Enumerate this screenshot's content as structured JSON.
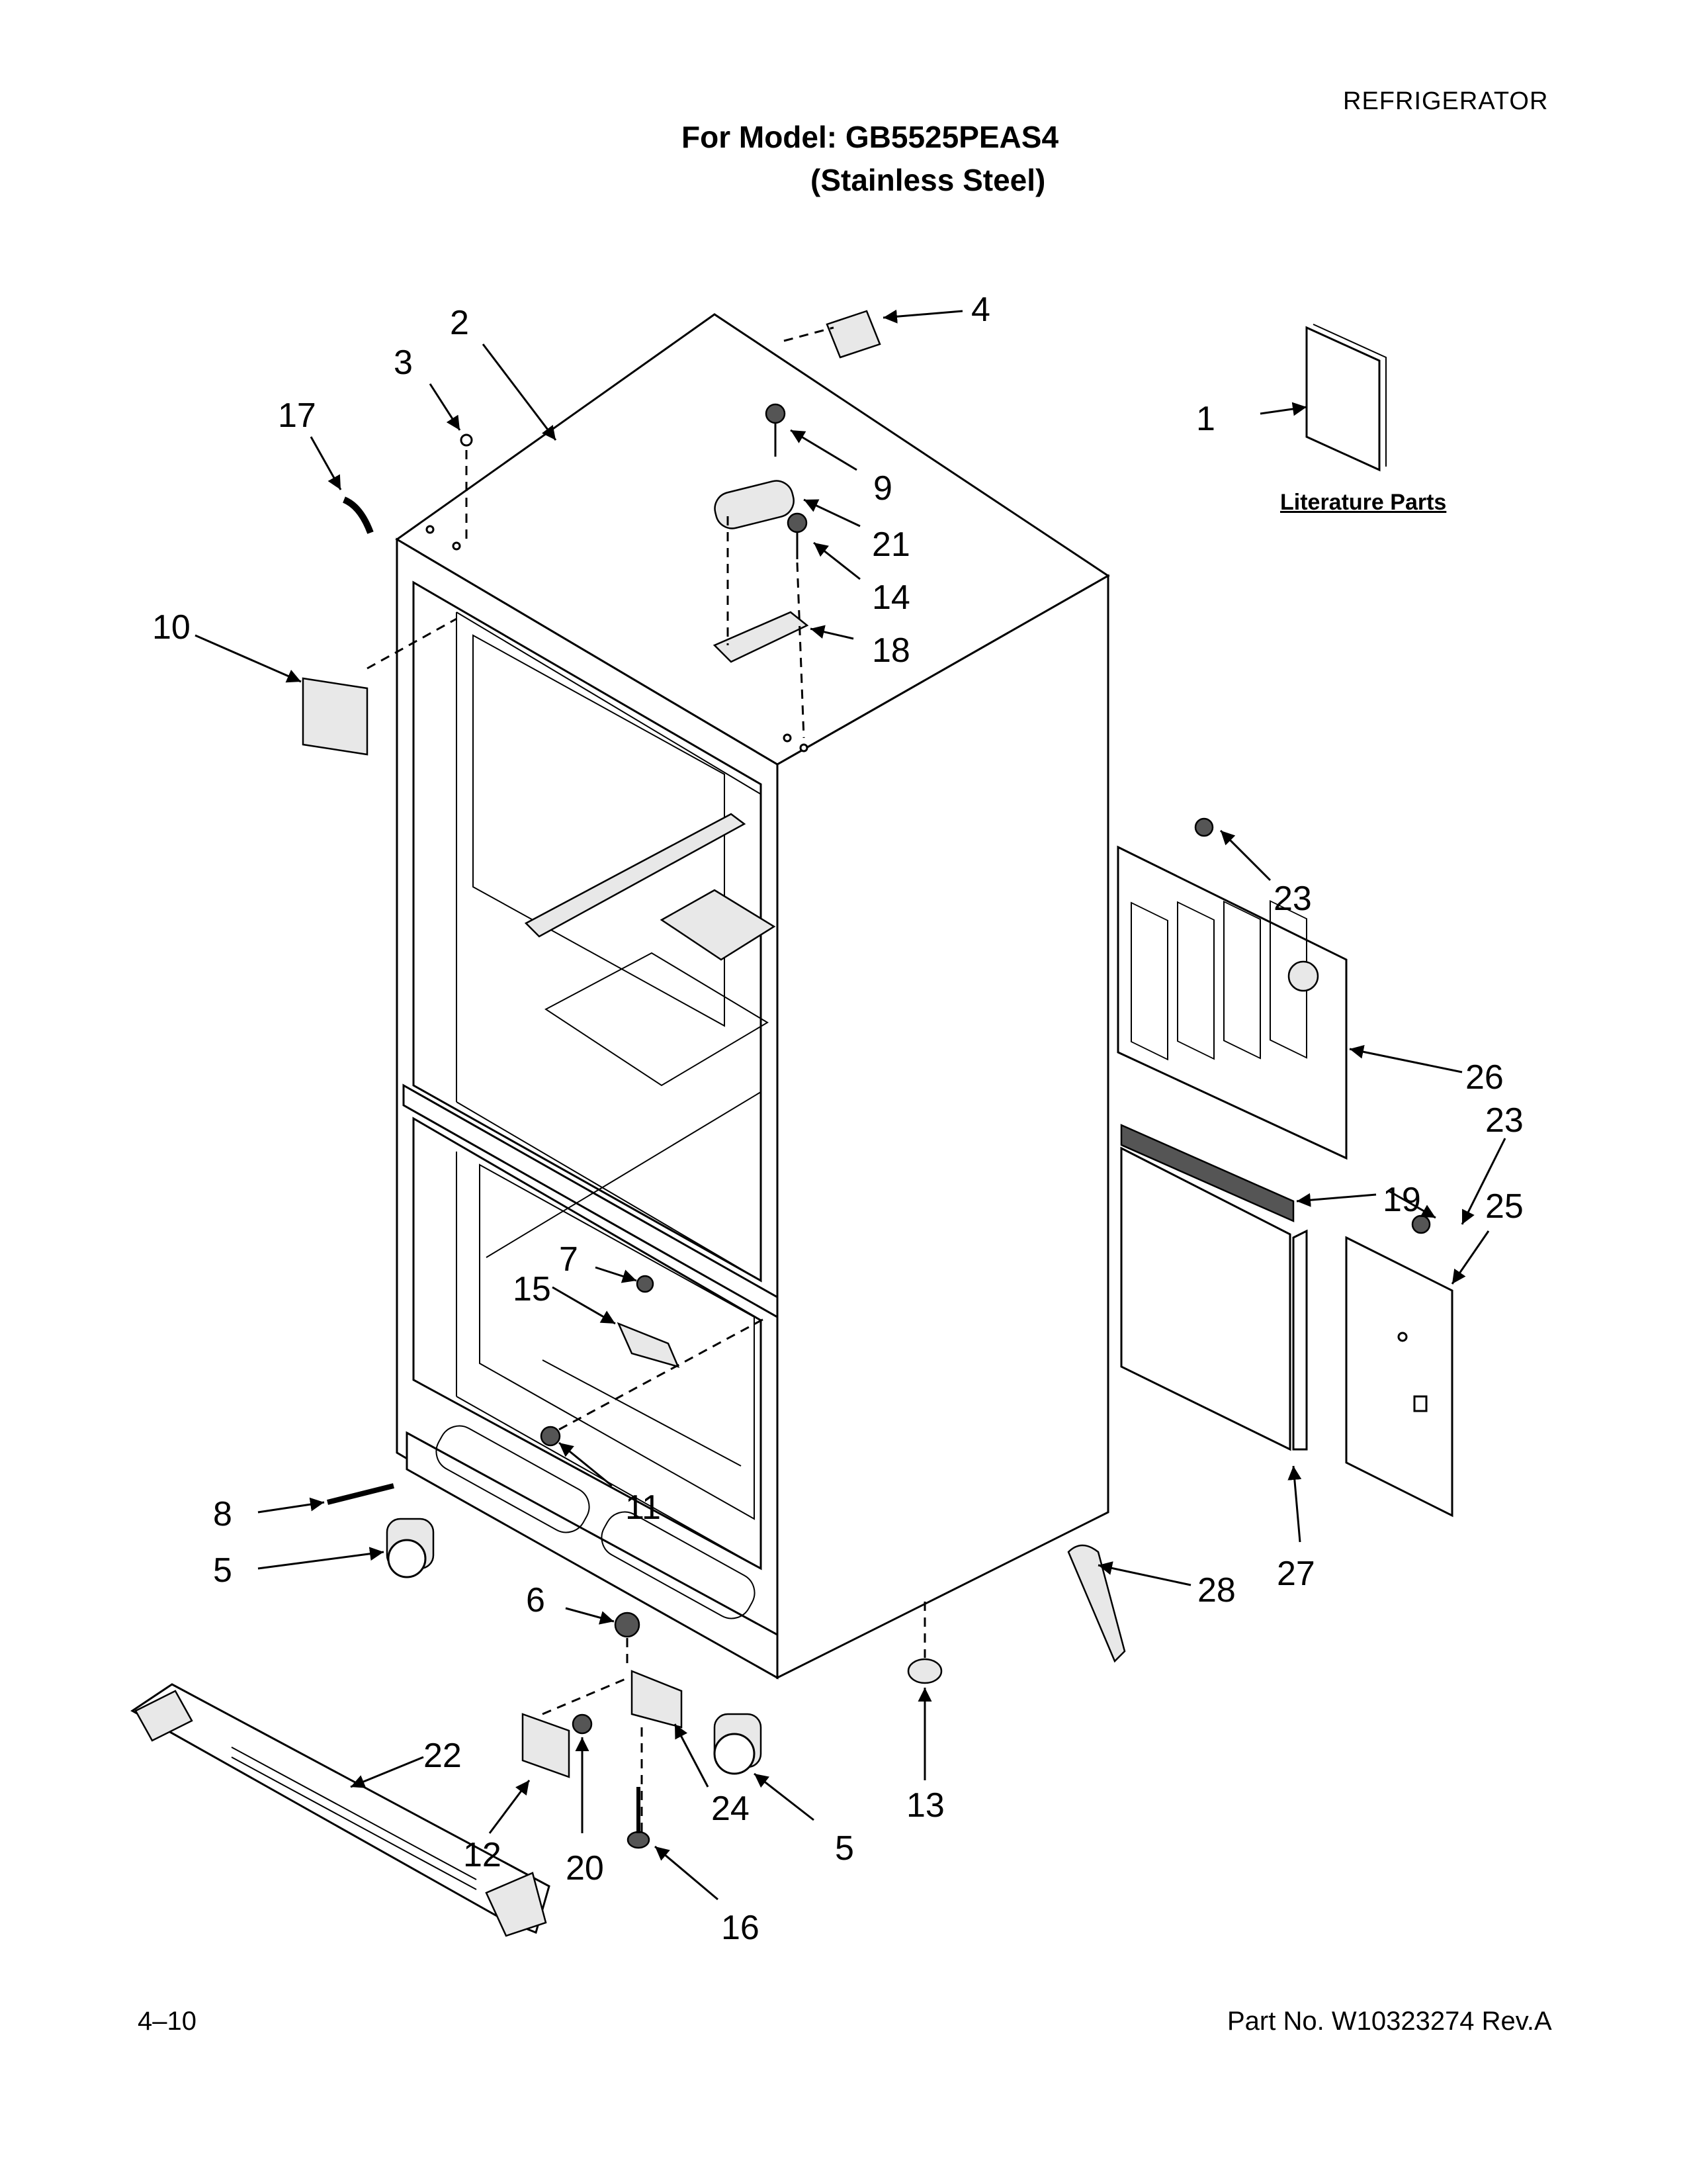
{
  "header": {
    "category": "REFRIGERATOR",
    "model_line": "For Model: GB5525PEAS4",
    "finish_line": "(Stainless Steel)"
  },
  "footer": {
    "page_number": "4–10",
    "part_number": "Part No. W10323274 Rev.A"
  },
  "literature": {
    "label": "Literature Parts"
  },
  "callouts": [
    {
      "id": "c1",
      "label": "1"
    },
    {
      "id": "c2",
      "label": "2"
    },
    {
      "id": "c3",
      "label": "3"
    },
    {
      "id": "c4",
      "label": "4"
    },
    {
      "id": "c5a",
      "label": "5"
    },
    {
      "id": "c5b",
      "label": "5"
    },
    {
      "id": "c6",
      "label": "6"
    },
    {
      "id": "c7",
      "label": "7"
    },
    {
      "id": "c8",
      "label": "8"
    },
    {
      "id": "c9",
      "label": "9"
    },
    {
      "id": "c10",
      "label": "10"
    },
    {
      "id": "c11",
      "label": "11"
    },
    {
      "id": "c12",
      "label": "12"
    },
    {
      "id": "c13",
      "label": "13"
    },
    {
      "id": "c14",
      "label": "14"
    },
    {
      "id": "c15",
      "label": "15"
    },
    {
      "id": "c16",
      "label": "16"
    },
    {
      "id": "c17",
      "label": "17"
    },
    {
      "id": "c18",
      "label": "18"
    },
    {
      "id": "c19",
      "label": "19"
    },
    {
      "id": "c20",
      "label": "20"
    },
    {
      "id": "c21",
      "label": "21"
    },
    {
      "id": "c22",
      "label": "22"
    },
    {
      "id": "c23a",
      "label": "23"
    },
    {
      "id": "c23b",
      "label": "23"
    },
    {
      "id": "c24",
      "label": "24"
    },
    {
      "id": "c25",
      "label": "25"
    },
    {
      "id": "c26",
      "label": "26"
    },
    {
      "id": "c27",
      "label": "27"
    },
    {
      "id": "c28",
      "label": "28"
    }
  ]
}
